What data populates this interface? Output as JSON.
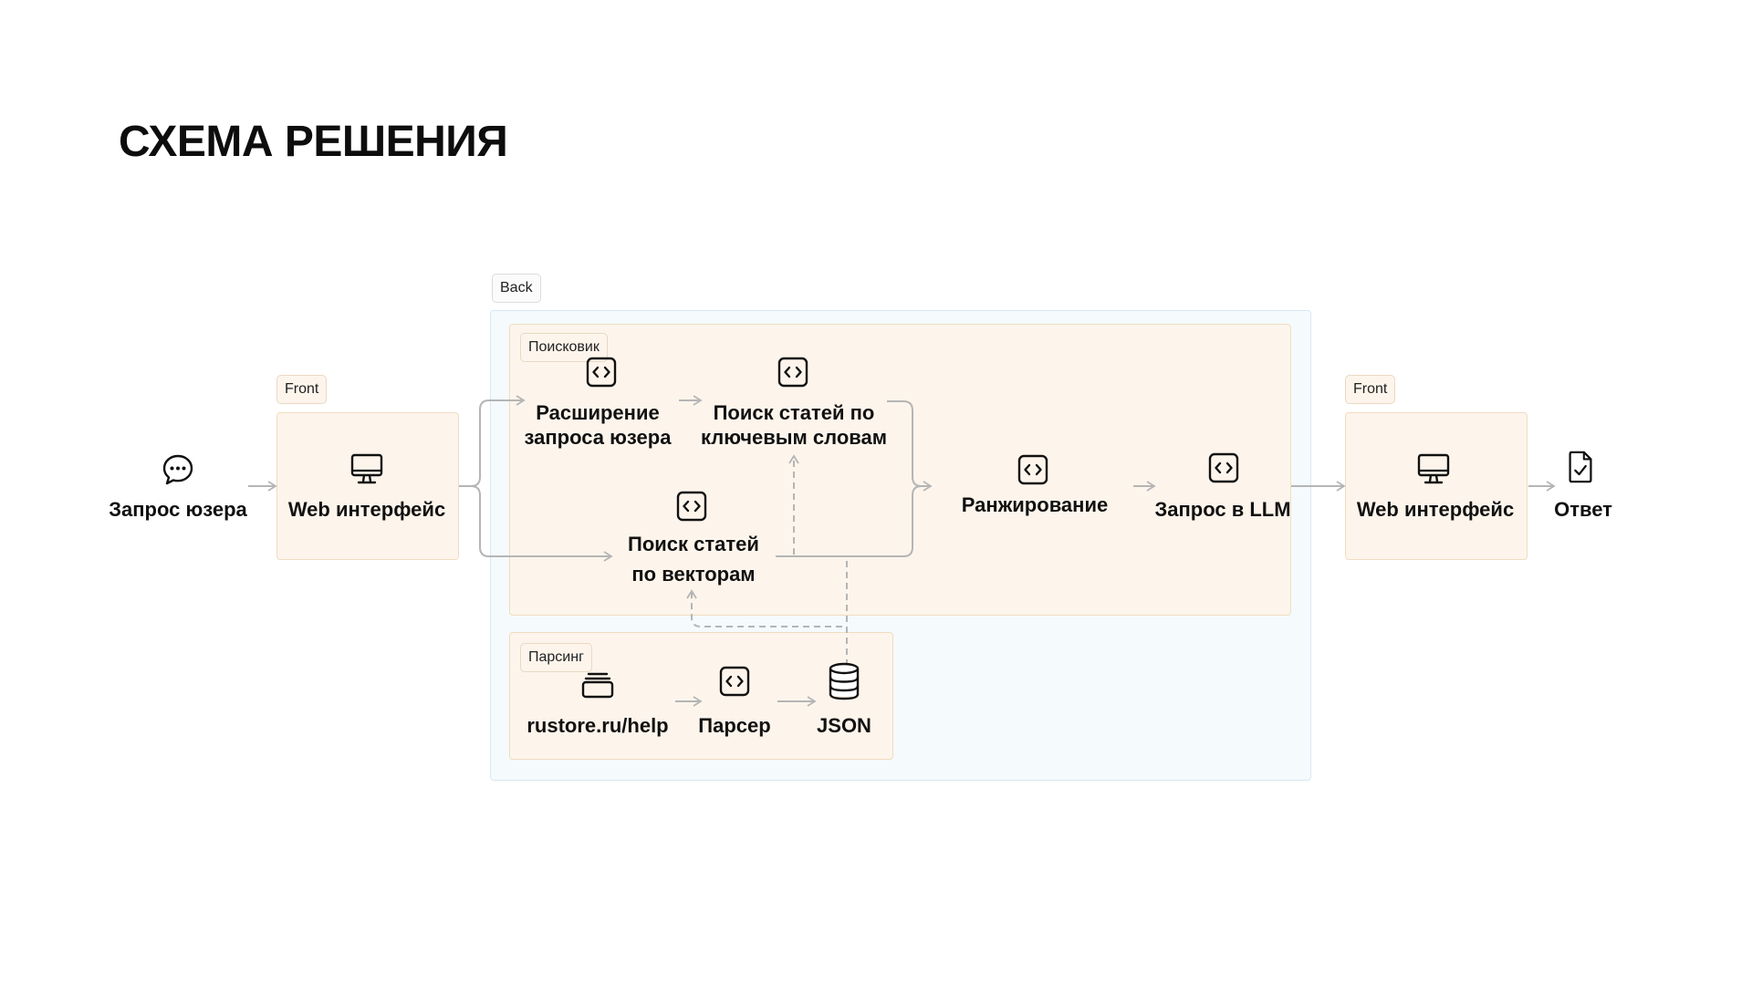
{
  "title": "СХЕМА РЕШЕНИЯ",
  "tags": {
    "back": "Back",
    "front_left": "Front",
    "front_right": "Front",
    "search": "Поисковик",
    "parse": "Парсинг"
  },
  "nodes": {
    "user_request": "Запрос юзера",
    "web_left": "Web интерфейс",
    "expand_1": "Расширение",
    "expand_2": "запроса юзера",
    "keyword_1": "Поиск статей по",
    "keyword_2": "ключевым словам",
    "vector_1": "Поиск статей",
    "vector_2": "по векторам",
    "ranking": "Ранжирование",
    "llm": "Запрос в LLM",
    "web_right": "Web интерфейс",
    "answer": "Ответ",
    "rustore": "rustore.ru/help",
    "parser": "Парсер",
    "json": "JSON"
  },
  "icons": {
    "user_request": "chat-bubble-icon",
    "web": "monitor-icon",
    "code": "code-icon",
    "layers": "layers-icon",
    "database": "database-icon",
    "answer": "document-check-icon"
  },
  "colors": {
    "back_region": "#f5fafd",
    "warm_region": "#fdf5ec",
    "arrow": "#b5b5b5"
  }
}
